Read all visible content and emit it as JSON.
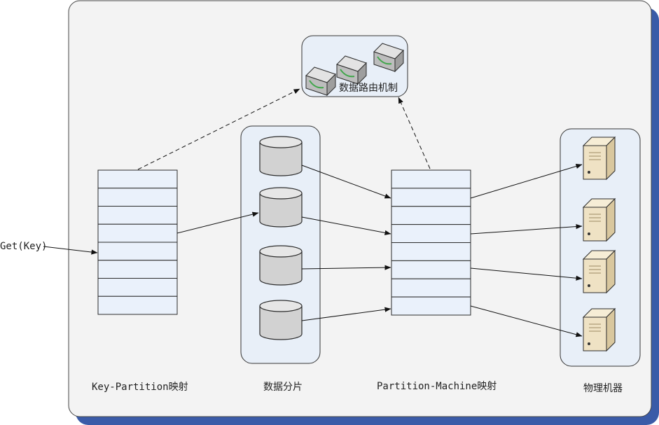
{
  "input": {
    "label": "Get(Key)"
  },
  "routing": {
    "label": "数据路由机制"
  },
  "sections": {
    "key_partition": "Key-Partition映射",
    "data_shards": "数据分片",
    "partition_machine": "Partition-Machine映射",
    "physical_machines": "物理机器"
  },
  "tables": {
    "key_partition_rows": 8,
    "partition_machine_rows": 8
  },
  "counts": {
    "shards": 4,
    "machines": 4,
    "routers": 3
  },
  "colors": {
    "frame_fill": "#f3f3f3",
    "frame_shadow": "#3a5ba8",
    "group_fill": "#e8eff8",
    "row_fill": "#eaf1fb",
    "disk_fill": "#d2d2d2",
    "server_fill": "#efe2c4",
    "stroke": "#2b2b2b"
  }
}
